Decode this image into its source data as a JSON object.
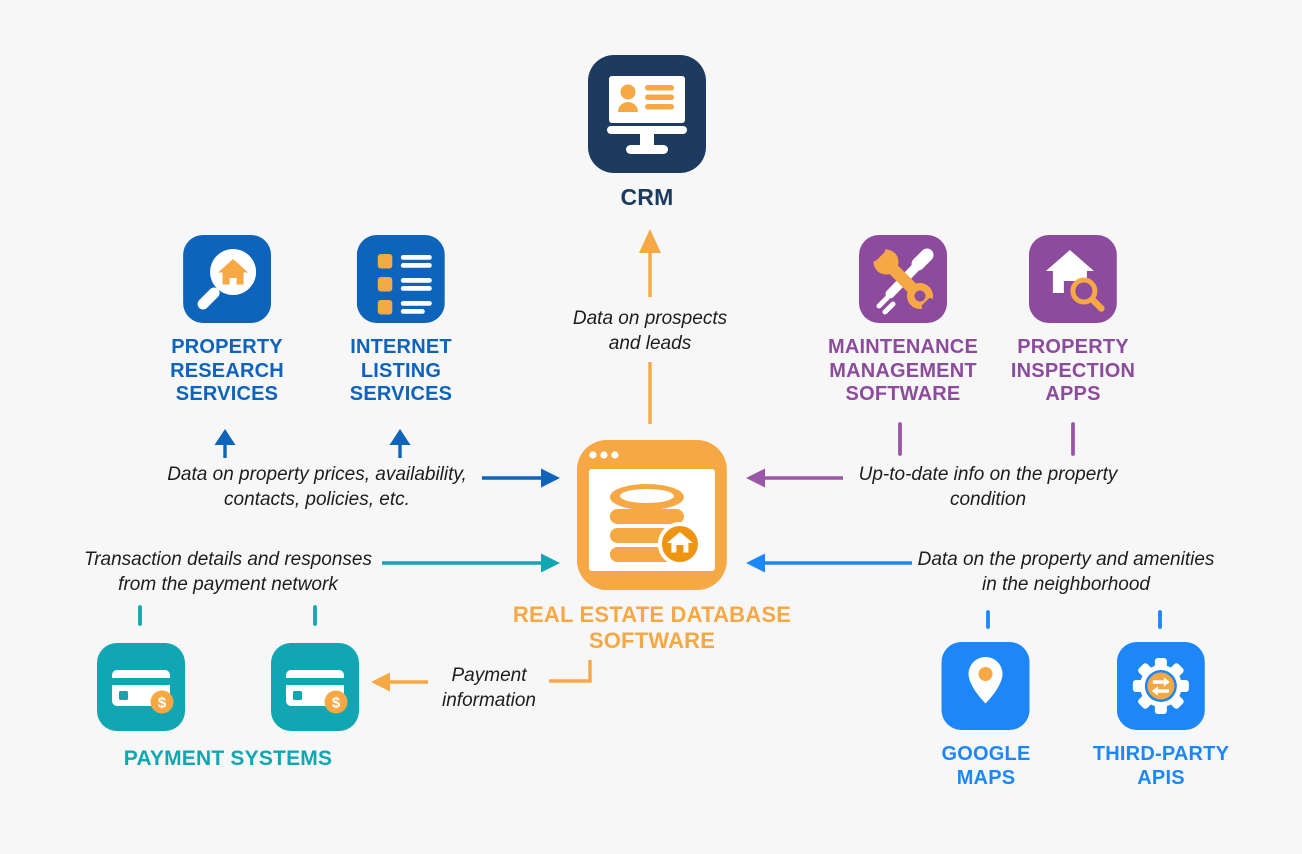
{
  "background": "#f7f7f8",
  "colors": {
    "navy": "#1d3b5e",
    "blue": "#0e63ba",
    "purple": "#8d4b9e",
    "purple_arrow": "#9a57a8",
    "teal": "#10a7b2",
    "azure": "#1e87f8",
    "orange": "#f6a844",
    "orange_dark": "#ee9410",
    "text": "#1d1d1f"
  },
  "nodes": {
    "crm": {
      "label": "CRM"
    },
    "property_research": {
      "lines": [
        "PROPERTY",
        "RESEARCH",
        "SERVICES"
      ]
    },
    "internet_listing": {
      "lines": [
        "INTERNET",
        "LISTING",
        "SERVICES"
      ]
    },
    "maintenance": {
      "lines": [
        "MAINTENANCE",
        "MANAGEMENT",
        "SOFTWARE"
      ]
    },
    "property_inspection": {
      "lines": [
        "PROPERTY",
        "INSPECTION",
        "APPS"
      ]
    },
    "database": {
      "lines": [
        "REAL ESTATE DATABASE",
        "SOFTWARE"
      ]
    },
    "payment": {
      "label": "PAYMENT SYSTEMS"
    },
    "google_maps": {
      "lines": [
        "GOOGLE",
        "MAPS"
      ]
    },
    "third_party": {
      "lines": [
        "THIRD-PARTY",
        "APIS"
      ]
    }
  },
  "edge_labels": {
    "crm": {
      "lines": [
        "Data on prospects",
        "and leads"
      ]
    },
    "listing": {
      "lines": [
        "Data on property prices, availability,",
        "contacts, policies, etc."
      ]
    },
    "payment_in": {
      "lines": [
        "Transaction details and responses",
        "from the payment network"
      ]
    },
    "payment_out": {
      "lines": [
        "Payment",
        "information"
      ]
    },
    "maintenance": {
      "lines": [
        "Up-to-date info on the property",
        "condition"
      ]
    },
    "maps": {
      "lines": [
        "Data on the property and amenities",
        "in the neighborhood"
      ]
    }
  }
}
